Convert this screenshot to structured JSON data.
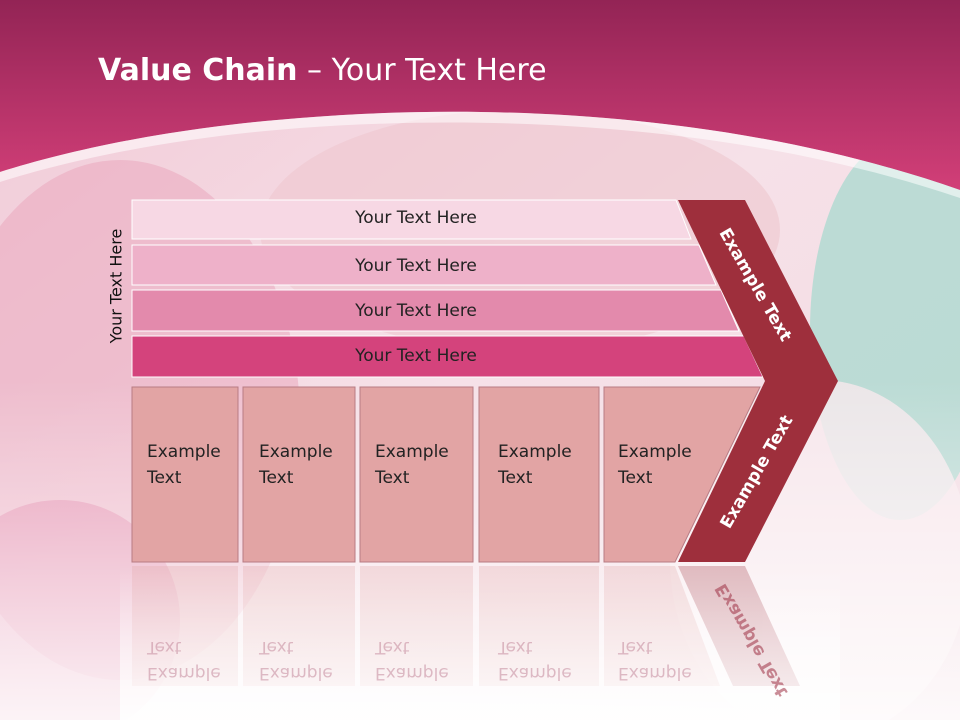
{
  "title": {
    "bold": "Value Chain",
    "rest": " – Your Text Here"
  },
  "side_label": "Your Text Here",
  "bars": [
    {
      "label": "Your Text Here"
    },
    {
      "label": "Your Text Here"
    },
    {
      "label": "Your Text Here"
    },
    {
      "label": "Your Text Here"
    }
  ],
  "boxes": [
    {
      "line1": "Example",
      "line2": "Text"
    },
    {
      "line1": "Example",
      "line2": "Text"
    },
    {
      "line1": "Example",
      "line2": "Text"
    },
    {
      "line1": "Example",
      "line2": "Text"
    },
    {
      "line1": "Example",
      "line2": "Text"
    }
  ],
  "arrow": {
    "upper_label": "Example Text",
    "lower_label": "Example Text"
  },
  "colors": {
    "header": "#b02a60",
    "bar_1": "#f7d8e4",
    "bar_2": "#eeb1c9",
    "bar_3": "#e38aac",
    "bar_4": "#d4437c",
    "box": "#e2a4a4",
    "arrow": "#9e2f3c"
  }
}
